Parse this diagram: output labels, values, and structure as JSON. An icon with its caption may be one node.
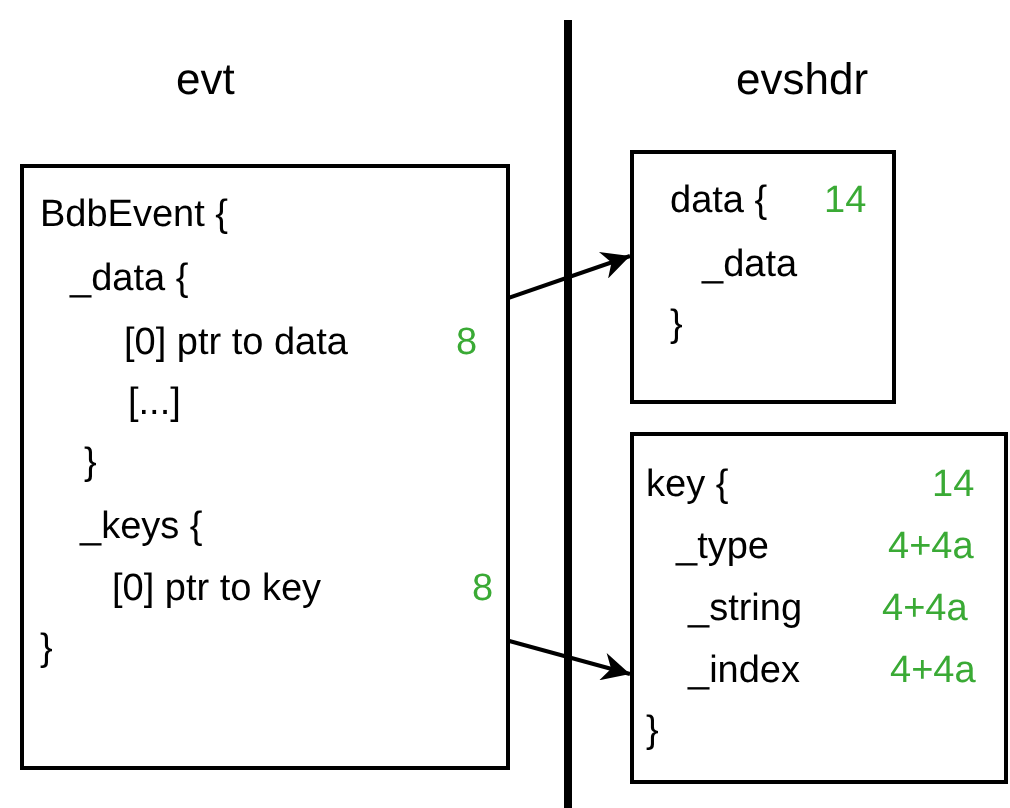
{
  "diagram": {
    "nodes": [
      {
        "text": [
          "BdbEvent {",
          "_data {",
          "[...]",
          "}",
          "_keys {",
          "}"
        ]
      },
      {
        "text": [
          "[0] ptr to data"
        ],
        "in": 0,
        "beside": [
          "8"
        ]
      },
      {
        "text": [
          "[0] ptr to key"
        ],
        "in": 0,
        "beside": [
          "8"
        ]
      },
      {
        "text": [
          "data {",
          "14",
          "_data",
          "}"
        ]
      },
      {
        "text": [
          "key {",
          "14",
          "_type",
          "4+4a",
          "_string",
          "4+4a",
          "_index",
          "4+4a",
          "}"
        ]
      }
    ],
    "edges": [
      {
        "from": 1,
        "to": 3,
        "arrow": "to"
      },
      {
        "from": 2,
        "to": 4,
        "arrow": "to"
      }
    ],
    "labels": [
      "evt",
      "evshdr"
    ]
  }
}
